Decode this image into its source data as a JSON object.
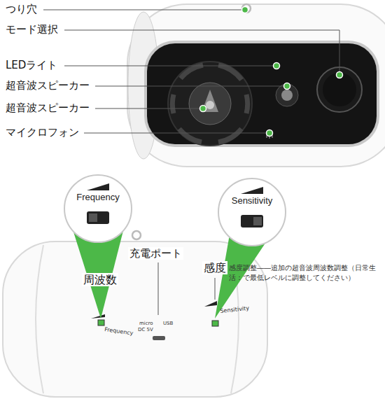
{
  "diagram": {
    "nodes": [
      {
        "text": [
          "Frequency"
        ]
      },
      {
        "text": [
          "Sensitivity"
        ]
      }
    ],
    "labels": [
      "つり穴",
      "モード選択",
      "LEDライト",
      "超音波スピーカー",
      "超音波スピーカー",
      "マイクロフォン",
      "充電ポート",
      "周波数",
      "感度",
      "感度調整――追加の超音波周波数調整（日常生活：で最低レベルに調整してください）",
      "Frequency",
      "micro",
      "DC 5V",
      "USB",
      "Sensitivity"
    ]
  }
}
